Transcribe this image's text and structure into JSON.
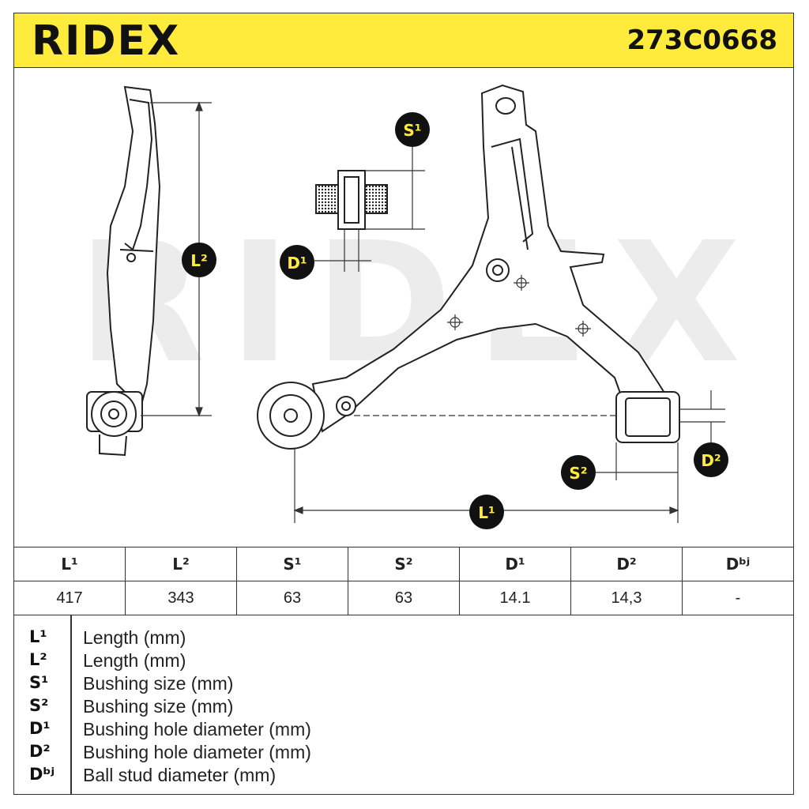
{
  "header": {
    "brand": "RIDEX",
    "part_number": "273C0668",
    "bg_color": "#ffeb3b"
  },
  "drawing": {
    "watermark": "RIDEX",
    "labels": {
      "s1": "S¹",
      "s2": "S²",
      "d1": "D¹",
      "d2": "D²",
      "l1": "L¹",
      "l2": "L²"
    }
  },
  "specs": {
    "headers": [
      "L¹",
      "L²",
      "S¹",
      "S²",
      "D¹",
      "D²",
      "Dᵇʲ"
    ],
    "values": [
      "417",
      "343",
      "63",
      "63",
      "14.1",
      "14,3",
      "-"
    ]
  },
  "legend": [
    {
      "symbol": "L¹",
      "description": "Length (mm)"
    },
    {
      "symbol": "L²",
      "description": "Length (mm)"
    },
    {
      "symbol": "S¹",
      "description": "Bushing size (mm)"
    },
    {
      "symbol": "S²",
      "description": "Bushing size (mm)"
    },
    {
      "symbol": "D¹",
      "description": "Bushing hole diameter (mm)"
    },
    {
      "symbol": "D²",
      "description": "Bushing hole diameter (mm)"
    },
    {
      "symbol": "Dᵇʲ",
      "description": "Ball stud diameter (mm)"
    }
  ]
}
